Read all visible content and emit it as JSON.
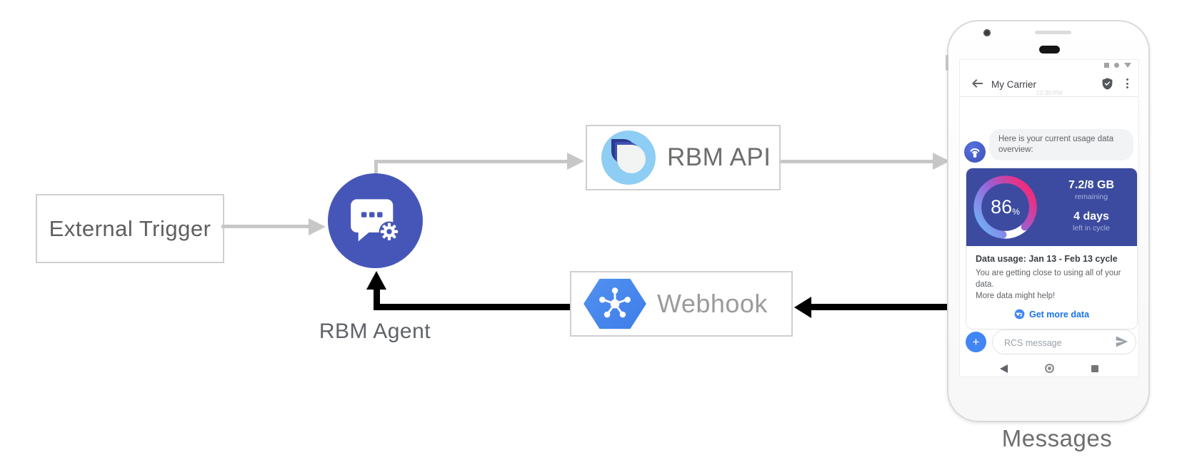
{
  "diagram": {
    "external_trigger_label": "External Trigger",
    "rbm_agent_label": "RBM Agent",
    "rbm_api_label": "RBM API",
    "webhook_label": "Webhook",
    "phone_caption": "Messages"
  },
  "phone": {
    "status_icons": [
      "square",
      "circle",
      "triangle-down"
    ],
    "app_bar": {
      "title": "My Carrier",
      "icons": [
        "back-arrow",
        "verified-shield",
        "overflow-menu"
      ]
    },
    "timestamp": "12:30 PM",
    "incoming_message": "Here is your current usage data overview:",
    "usage_card": {
      "percent": "86",
      "percent_unit": "%",
      "remaining_value": "7.2/8 GB",
      "remaining_label": "remaining",
      "cycle_value": "4 days",
      "cycle_label": "left in cycle",
      "title": "Data usage: Jan 13 - Feb 13 cycle",
      "body_line1": "You are getting close to using all of your data.",
      "body_line2": "More data might help!",
      "action_label": "Get more data"
    },
    "compose": {
      "plus_label": "+",
      "placeholder": "RCS message"
    }
  },
  "colors": {
    "agent_blue": "#4656b8",
    "gcp_blue": "#4285f4",
    "card_indigo": "#3c4ba0",
    "accent_link": "#1a73e8",
    "arrow_gray": "#c7c7c7",
    "arrow_black": "#000000",
    "gauge_start": "#6fb1f7",
    "gauge_mid": "#9c5fd4",
    "gauge_end": "#ee2d7f"
  }
}
